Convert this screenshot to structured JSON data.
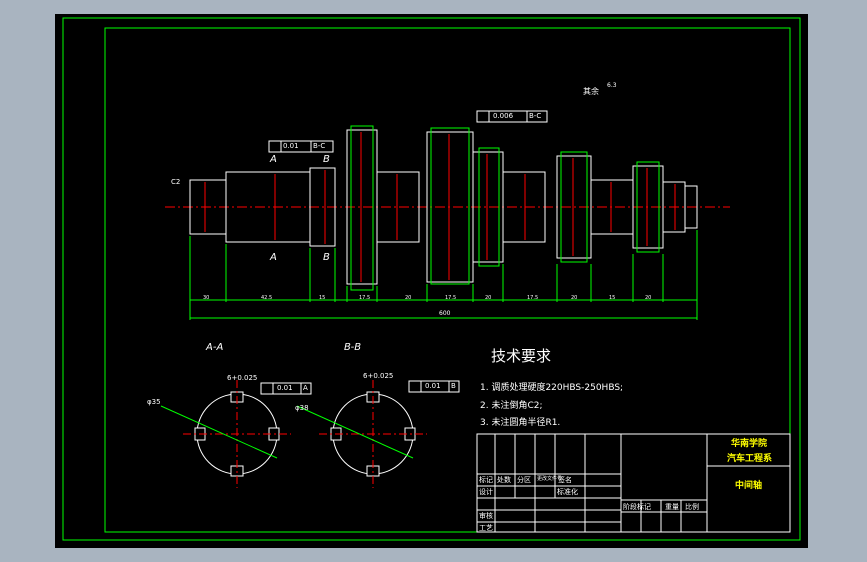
{
  "drawing": {
    "section_a_label": "A-A",
    "section_b_label": "B-B",
    "tech_requirements_title": "技术要求",
    "notes": [
      "1. 调质处理硬度220HBS-250HBS;",
      "2. 未注倒角C2;",
      "3. 未注圆角半径R1."
    ],
    "roughness_other": "其余",
    "roughness_value": "6.3",
    "runout_tol_1": "0.01",
    "runout_datum_1": "B-C",
    "runout_tol_2": "0.006",
    "runout_datum_2": "B-C",
    "chamfer_label": "C2",
    "section_marker_a": "A",
    "section_marker_b": "B",
    "keyway_tol_a": "6+0.025",
    "keyway_tol_b": "6+0.025",
    "sym_tol_a": "0.01",
    "sym_datum_a": "A",
    "sym_tol_b": "0.01",
    "sym_datum_b": "B",
    "dia_a": "φ35",
    "dia_b": "φ38",
    "total_length": "600",
    "segment_lengths": [
      "30",
      "42.5",
      "15",
      "17.5",
      "20",
      "17.5",
      "20",
      "17.5",
      "20",
      "15",
      "20"
    ]
  },
  "title_block": {
    "school": "华南学院",
    "department": "汽车工程系",
    "part_name": "中间轴",
    "design": "设计",
    "review": "审核",
    "process": "工艺",
    "mark": "标记",
    "count": "处数",
    "zone": "分区",
    "doc_no": "更改文件号",
    "sign": "签名",
    "std": "标准化",
    "stage_mark": "阶段标记",
    "weight": "重量",
    "scale": "比例"
  },
  "colors": {
    "frame": "#00ff00",
    "centerline": "#ff0000",
    "dimension": "#00ff00",
    "text": "#ffffff",
    "outline": "#ffffff",
    "title": "#ffff00"
  }
}
